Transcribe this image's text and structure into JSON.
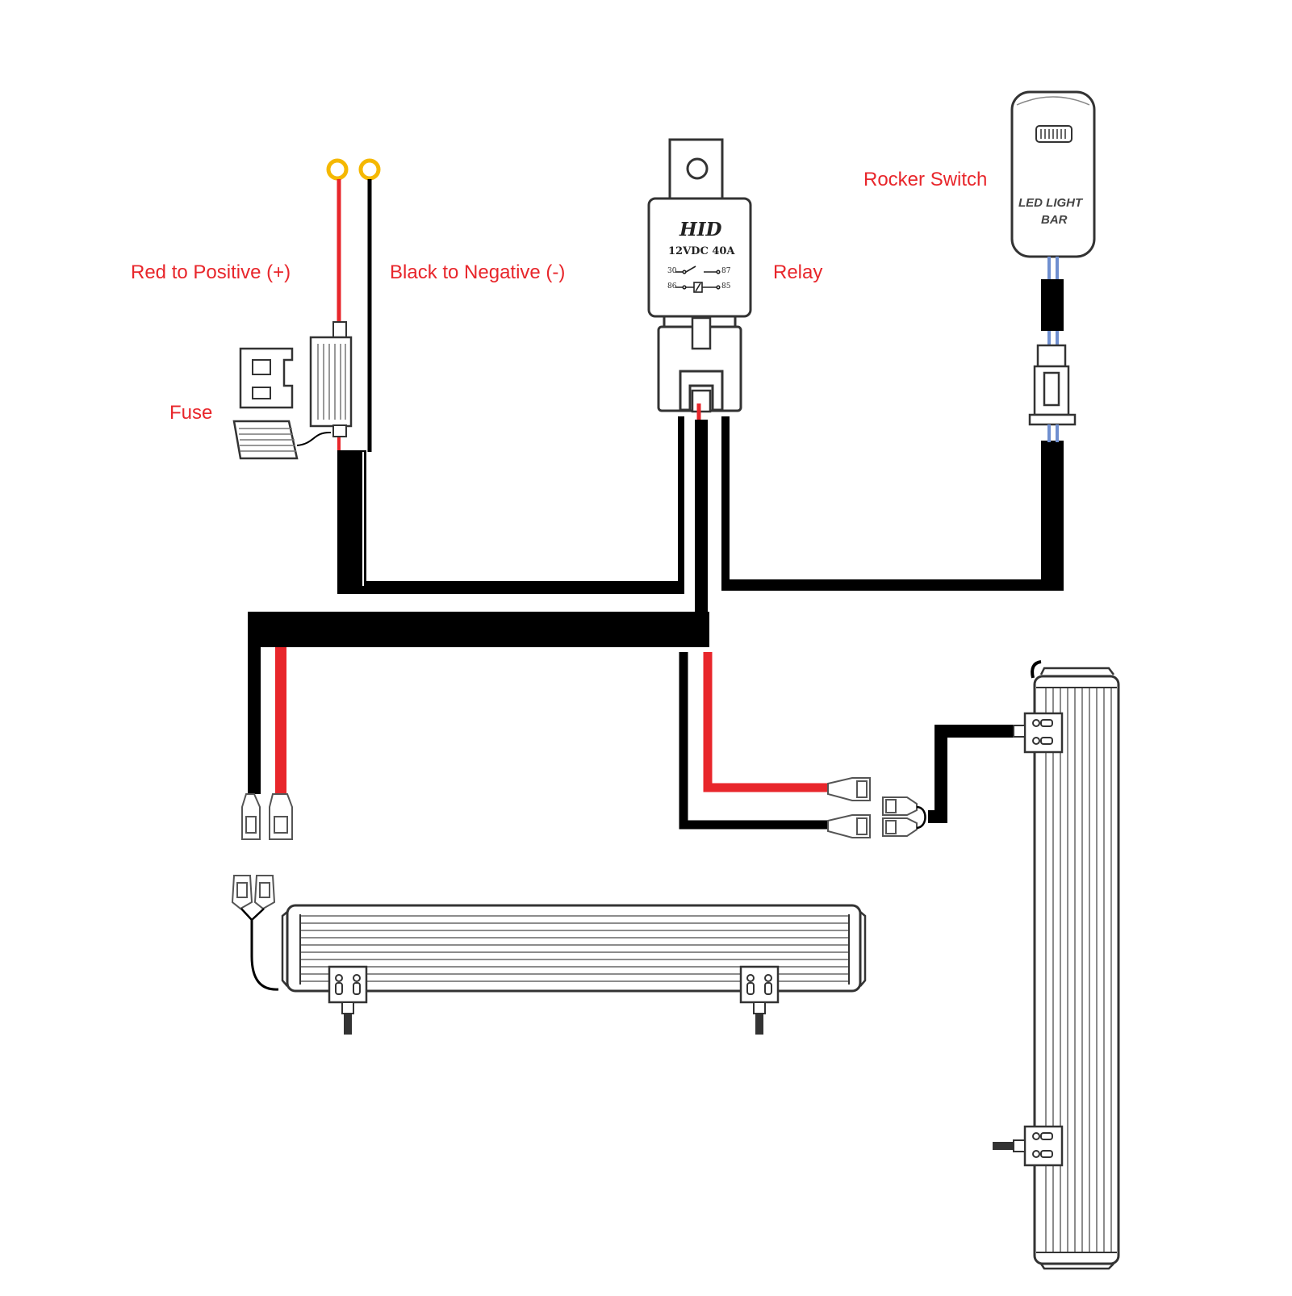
{
  "labels": {
    "red_positive": "Red to Positive (+)",
    "black_negative": "Black to Negative (-)",
    "relay": "Relay",
    "rocker_switch": "Rocker Switch",
    "fuse": "Fuse"
  },
  "relay": {
    "brand": "HID",
    "rating": "12VDC 40A",
    "pin_30": "30",
    "pin_87": "87",
    "pin_86": "86",
    "pin_85": "85"
  },
  "switch": {
    "line1": "LED LIGHT",
    "line2": "BAR"
  },
  "colors": {
    "wire_red": "#e8262b",
    "wire_black": "#000000",
    "ring_terminal": "#f5b800",
    "label_red": "#e8262b",
    "wire_blue": "#6f8fd0"
  }
}
